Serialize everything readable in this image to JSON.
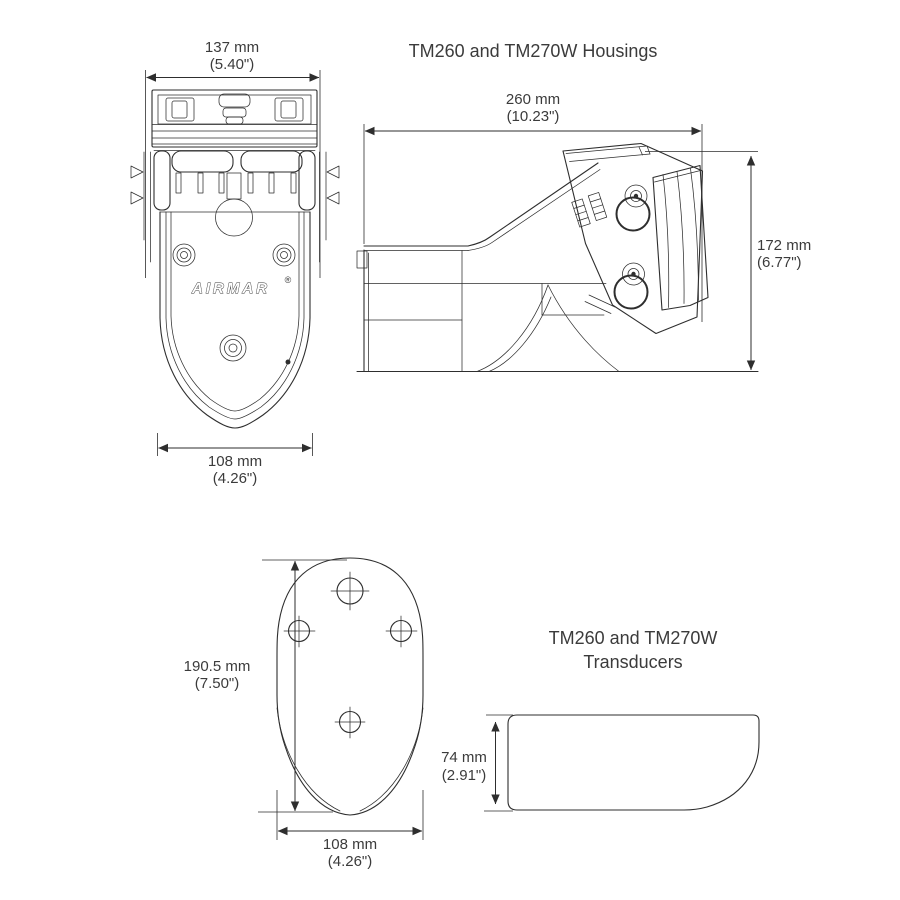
{
  "colors": {
    "background": "#ffffff",
    "line": "#2e2e2e",
    "text": "#3b3b3b"
  },
  "housings": {
    "title": "TM260 and TM270W Housings",
    "front_view": {
      "brand": "AIRMAR",
      "registered_mark": "®",
      "top_width": {
        "mm": "137 mm",
        "inch": "(5.40\")"
      },
      "bottom_width": {
        "mm": "108 mm",
        "inch": "(4.26\")"
      }
    },
    "side_view": {
      "length": {
        "mm": "260 mm",
        "inch": "(10.23\")"
      },
      "height": {
        "mm": "172 mm",
        "inch": "(6.77\")"
      }
    }
  },
  "bottom_plate_view": {
    "height": {
      "mm": "190.5 mm",
      "inch": "(7.50\")"
    },
    "width": {
      "mm": "108 mm",
      "inch": "(4.26\")"
    }
  },
  "transducers": {
    "title_line1": "TM260 and TM270W",
    "title_line2": "Transducers",
    "height": {
      "mm": "74 mm",
      "inch": "(2.91\")"
    }
  }
}
